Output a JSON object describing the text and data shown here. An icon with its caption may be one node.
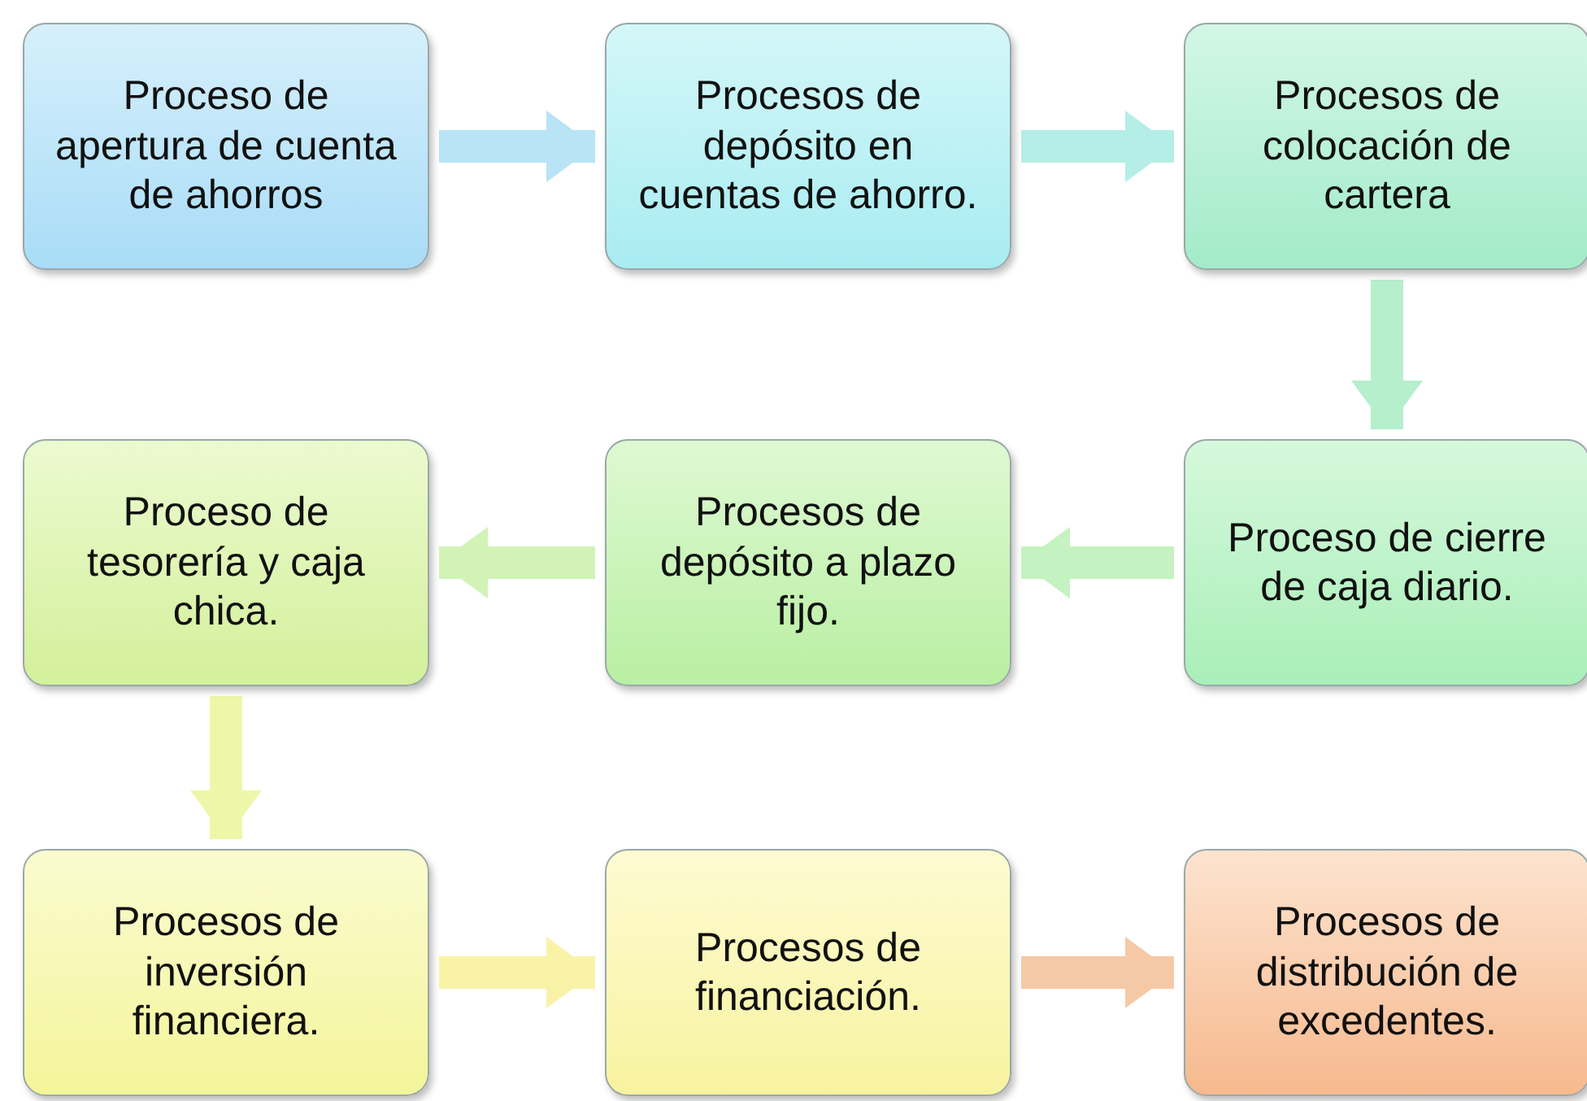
{
  "diagram": {
    "nodes": [
      {
        "text": [
          "Proceso de apertura de cuenta de ahorros"
        ]
      },
      {
        "text": [
          "Procesos de depósito en cuentas de ahorro."
        ]
      },
      {
        "text": [
          "Procesos de colocación de cartera"
        ]
      },
      {
        "text": [
          "Proceso de cierre de caja diario."
        ]
      },
      {
        "text": [
          "Procesos de depósito a plazo fijo."
        ]
      },
      {
        "text": [
          "Proceso de tesorería y caja chica."
        ]
      },
      {
        "text": [
          "Procesos de inversión financiera."
        ]
      },
      {
        "text": [
          "Procesos de financiación."
        ]
      },
      {
        "text": [
          "Procesos de distribución de excedentes."
        ]
      }
    ],
    "edges": [
      {
        "from": 0,
        "to": 1,
        "arrow": "to",
        "color": "#b8e4f6"
      },
      {
        "from": 1,
        "to": 2,
        "arrow": "to",
        "color": "#b5eee6"
      },
      {
        "from": 2,
        "to": 3,
        "arrow": "to",
        "color": "#b5efcc"
      },
      {
        "from": 3,
        "to": 4,
        "arrow": "to",
        "color": "#c4f2c0"
      },
      {
        "from": 4,
        "to": 5,
        "arrow": "to",
        "color": "#d2f3b6"
      },
      {
        "from": 5,
        "to": 6,
        "arrow": "to",
        "color": "#eef7a8"
      },
      {
        "from": 6,
        "to": 7,
        "arrow": "to",
        "color": "#f8f3a6"
      },
      {
        "from": 7,
        "to": 8,
        "arrow": "to",
        "color": "#f6c9a6"
      }
    ]
  }
}
